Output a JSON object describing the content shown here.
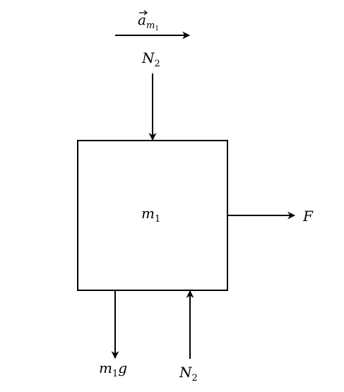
{
  "diagram": {
    "body_label": {
      "base": "m",
      "sub": "1"
    },
    "acceleration_label": {
      "base": "a",
      "sub_base": "m",
      "sub_sub": "1"
    },
    "top_force_label": {
      "base": "N",
      "sub": "2"
    },
    "applied_force_label": "F",
    "weight_label": {
      "base": "m",
      "sub": "1",
      "suffix": "g"
    },
    "bottom_force_label": {
      "base": "N",
      "sub": "2"
    },
    "stroke_color": "#000000"
  }
}
